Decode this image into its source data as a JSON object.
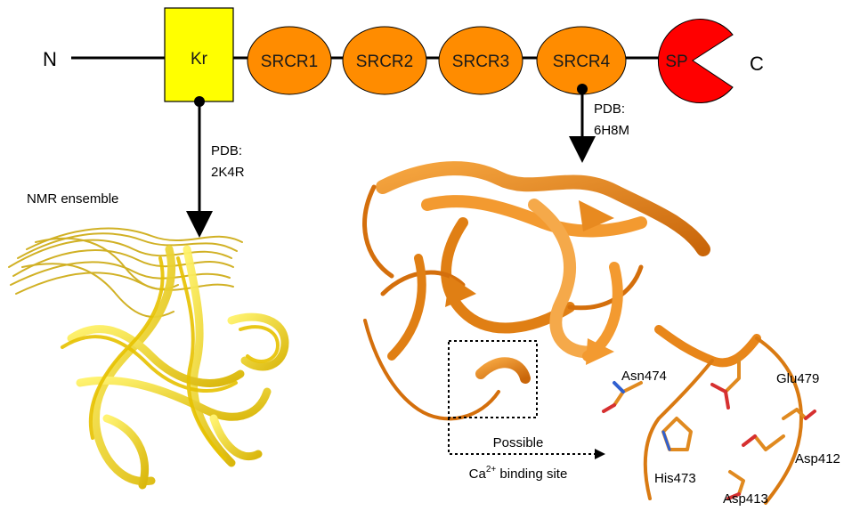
{
  "architecture": {
    "n_terminus": "N",
    "c_terminus": "C",
    "kringle": "Kr",
    "srcr_domains": [
      "SRCR1",
      "SRCR2",
      "SRCR3",
      "SRCR4"
    ],
    "protease": "SP"
  },
  "kringle_structure": {
    "pdb_label": "PDB:",
    "pdb_id": "2K4R",
    "ensemble_label": "NMR ensemble"
  },
  "srcr_structure": {
    "pdb_label": "PDB:",
    "pdb_id": "6H8M"
  },
  "calcium_site": {
    "line1": "Possible",
    "ca_base": "Ca",
    "ca_charge": "2+",
    "line2_rest": " binding site",
    "residues": [
      "Asn474",
      "Glu479",
      "Asp412",
      "His473",
      "Asp413"
    ]
  },
  "colors": {
    "kringle": "#ffff00",
    "srcr": "#ff8c00",
    "protease": "#ff0000",
    "nmr": "#f2d900",
    "ribbon": "#e8861a"
  }
}
